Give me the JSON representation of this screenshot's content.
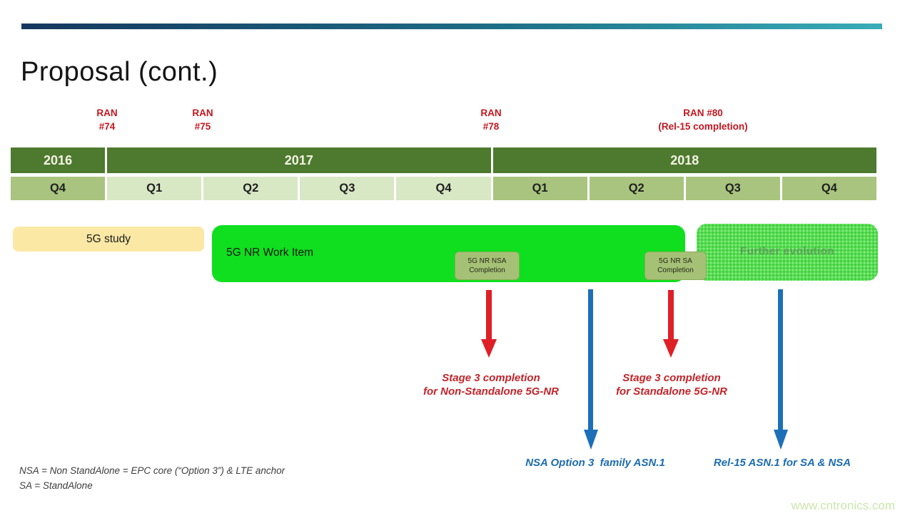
{
  "slide": {
    "title": "Proposal (cont.)"
  },
  "milestones": [
    {
      "line1": "RAN",
      "line2": "#74"
    },
    {
      "line1": "RAN",
      "line2": "#75"
    },
    {
      "line1": "RAN",
      "line2": "#78"
    },
    {
      "line1": "RAN #80",
      "line2": "(Rel-15 completion)"
    }
  ],
  "timeline": {
    "years": [
      {
        "label": "2016"
      },
      {
        "label": "2017"
      },
      {
        "label": "2018"
      }
    ],
    "quarters": [
      {
        "label": "Q4"
      },
      {
        "label": "Q1"
      },
      {
        "label": "Q2"
      },
      {
        "label": "Q3"
      },
      {
        "label": "Q4"
      },
      {
        "label": "Q1"
      },
      {
        "label": "Q2"
      },
      {
        "label": "Q3"
      },
      {
        "label": "Q4"
      }
    ]
  },
  "bars": {
    "study": {
      "label": "5G study"
    },
    "work_item": {
      "label": "5G NR Work Item"
    },
    "further": {
      "label": "Further evolution"
    },
    "nsa_completion": {
      "line1": "5G NR NSA",
      "line2": "Completion"
    },
    "sa_completion": {
      "line1": "5G NR SA",
      "line2": "Completion"
    }
  },
  "annotations": {
    "stage3_nsa": {
      "line1": "Stage 3 completion",
      "line2": "for Non-Standalone 5G-NR"
    },
    "stage3_sa": {
      "line1": "Stage 3 completion",
      "line2": "for Standalone 5G-NR"
    },
    "asn1_nsa": {
      "label": "NSA Option 3  family ASN.1"
    },
    "asn1_sa": {
      "label": "Rel-15 ASN.1 for SA & NSA"
    }
  },
  "footnote": {
    "line1": "NSA = Non StandAlone = EPC core (“Option 3”) & LTE anchor",
    "line2": "SA = StandAlone"
  },
  "watermark": "www.cntronics.com",
  "colors": {
    "year_green": "#4d7a2e",
    "quarter_light": "#d8e7c4",
    "quarter_medium": "#a8c47e",
    "study_yellow": "#fbe8a4",
    "work_item_green": "#0fdf1e",
    "further_green": "#57de52",
    "milestone_box_green": "#a5c175",
    "ran_label_red": "#c4161f",
    "arrow_red": "#de1f26",
    "arrow_blue": "#1d6fb8",
    "stage_text_red": "#c2242a",
    "asn_text_blue": "#1c6cb0",
    "watermark_green": "#cbe6ad",
    "accent_bar_left": "#16375f",
    "accent_bar_right": "#3aacb8"
  }
}
